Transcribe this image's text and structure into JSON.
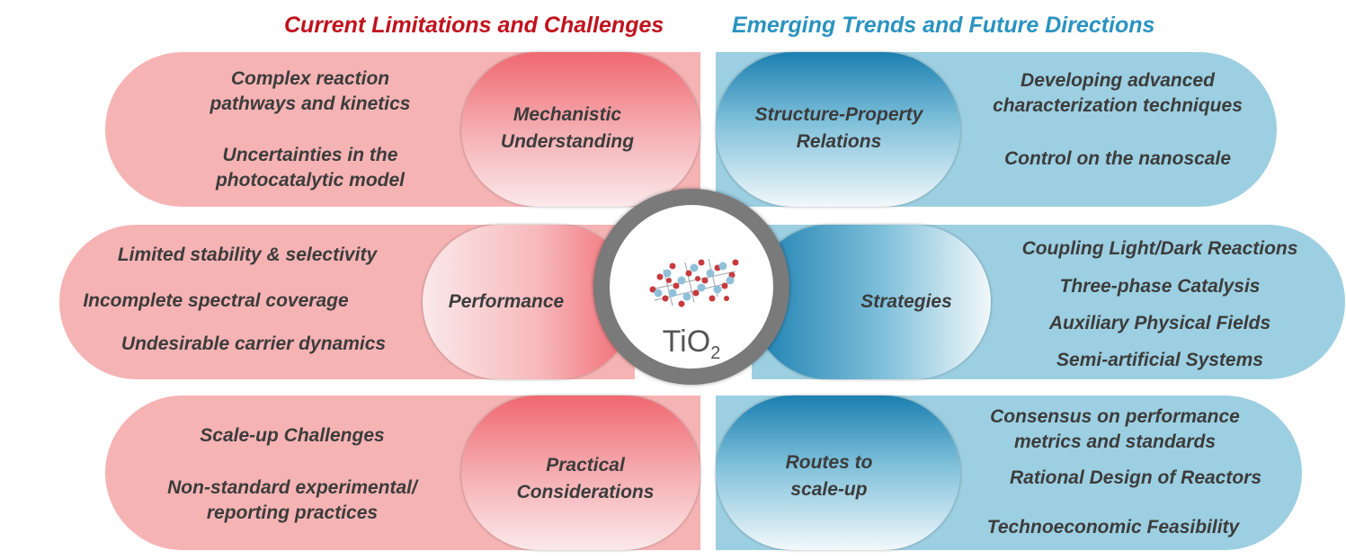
{
  "headings": {
    "left": "Current Limitations and Challenges",
    "right": "Emerging Trends and Future Directions"
  },
  "center": {
    "label_main": "TiO",
    "label_sub": "2"
  },
  "rows": [
    {
      "left": {
        "category": [
          "Mechanistic",
          "Understanding"
        ],
        "items": [
          [
            "Complex reaction",
            "pathways and kinetics"
          ],
          [
            "Uncertainties in the",
            "photocatalytic model"
          ]
        ]
      },
      "right": {
        "category": [
          "Structure-Property",
          "Relations"
        ],
        "items": [
          [
            "Developing advanced",
            "characterization techniques"
          ],
          [
            "Control on the nanoscale"
          ]
        ]
      }
    },
    {
      "left": {
        "category": [
          "Performance"
        ],
        "items": [
          [
            "Limited stability & selectivity"
          ],
          [
            "Incomplete spectral coverage"
          ],
          [
            "Undesirable carrier dynamics"
          ]
        ]
      },
      "right": {
        "category": [
          "Strategies"
        ],
        "items": [
          [
            "Coupling Light/Dark Reactions"
          ],
          [
            "Three-phase Catalysis"
          ],
          [
            "Auxiliary Physical Fields"
          ],
          [
            "Semi-artificial Systems"
          ]
        ]
      }
    },
    {
      "left": {
        "category": [
          "Practical",
          "Considerations"
        ],
        "items": [
          [
            "Scale-up Challenges"
          ],
          [
            "Non-standard experimental/",
            "reporting practices"
          ]
        ]
      },
      "right": {
        "category": [
          "Routes to",
          "scale-up"
        ],
        "items": [
          [
            "Consensus on performance",
            "metrics and standards"
          ],
          [
            "Rational Design of Reactors"
          ],
          [
            "Technoeconomic Feasibility"
          ]
        ]
      }
    }
  ],
  "colors": {
    "left_heading": "#c0121d",
    "right_heading": "#2a93c0",
    "pink_panel": "#f6b3b4",
    "blue_panel": "#9ccfe1",
    "text": "#3c3c3c"
  }
}
